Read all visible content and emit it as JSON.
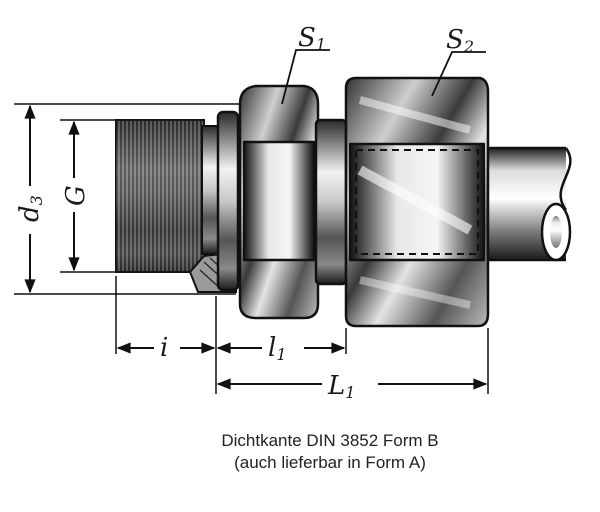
{
  "labels": {
    "s1": {
      "main": "S",
      "sub": "1"
    },
    "s2": {
      "main": "S",
      "sub": "2"
    },
    "d3": {
      "main": "d",
      "sub": "3"
    },
    "g": "G",
    "i": "i",
    "l1": {
      "main": "l",
      "sub": "1"
    },
    "big_l1": {
      "main": "L",
      "sub": "1"
    }
  },
  "caption": {
    "line1": "Dichtkante DIN 3852 Form B",
    "line2": "(auch lieferbar in Form A)"
  }
}
